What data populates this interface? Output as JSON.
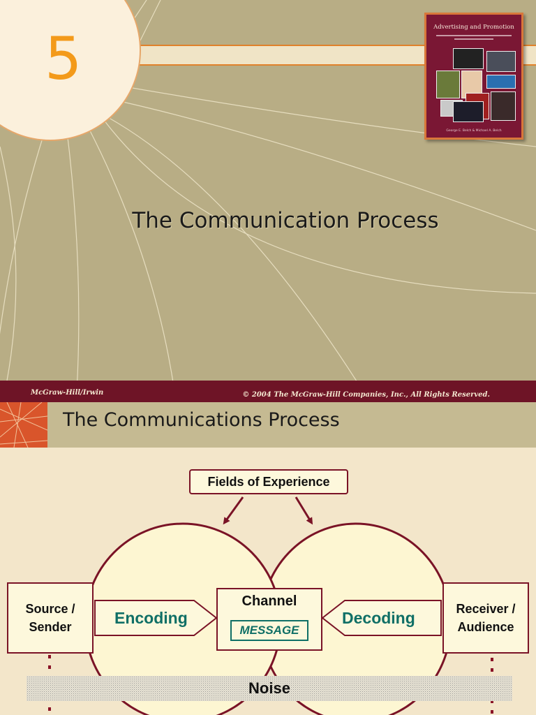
{
  "slide1": {
    "chapter_number": "5",
    "title": "The Communication Process",
    "book_cover": {
      "title": "Advertising and Promotion",
      "authors": "George E. Belch & Michael A. Belch"
    },
    "footer": {
      "publisher": "McGraw-Hill/Irwin",
      "copyright": "© 2004 The McGraw-Hill Companies, Inc., All Rights Reserved."
    }
  },
  "slide2": {
    "title": "The Communications Process",
    "diagram": {
      "fields_of_experience": "Fields of Experience",
      "source_line1": "Source /",
      "source_line2": "Sender",
      "encoding": "Encoding",
      "channel": "Channel",
      "message": "MESSAGE",
      "decoding": "Decoding",
      "receiver_line1": "Receiver /",
      "receiver_line2": "Audience",
      "noise": "Noise"
    }
  },
  "colors": {
    "slide1_bg": "#b8ad85",
    "footer_maroon": "#6e1426",
    "accent_orange": "#f39a1a",
    "diagram_border": "#7a1326",
    "teal_text": "#0f6f66",
    "circle_fill": "#fdf6d2"
  }
}
